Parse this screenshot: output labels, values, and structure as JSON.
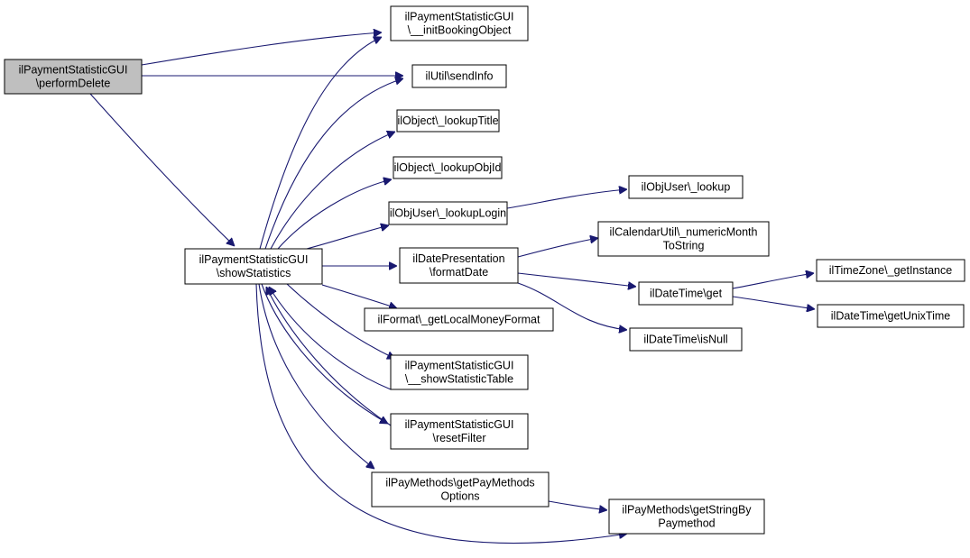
{
  "diagram": {
    "type": "call-graph",
    "colors": {
      "edge": "#191970",
      "root_fill": "#bfbfbf",
      "node_fill": "#ffffff",
      "node_border": "#000000"
    },
    "nodes": [
      {
        "id": "performDelete",
        "lines": [
          "ilPaymentStatisticGUI",
          "\\performDelete"
        ],
        "root": true
      },
      {
        "id": "initBookingObject",
        "lines": [
          "ilPaymentStatisticGUI",
          "\\__initBookingObject"
        ]
      },
      {
        "id": "sendInfo",
        "lines": [
          "ilUtil\\sendInfo"
        ]
      },
      {
        "id": "lookupTitle",
        "lines": [
          "ilObject\\_lookupTitle"
        ]
      },
      {
        "id": "lookupObjId",
        "lines": [
          "ilObject\\_lookupObjId"
        ]
      },
      {
        "id": "lookupLogin",
        "lines": [
          "ilObjUser\\_lookupLogin"
        ]
      },
      {
        "id": "lookup",
        "lines": [
          "ilObjUser\\_lookup"
        ]
      },
      {
        "id": "showStatistics",
        "lines": [
          "ilPaymentStatisticGUI",
          "\\showStatistics"
        ]
      },
      {
        "id": "formatDate",
        "lines": [
          "ilDatePresentation",
          "\\formatDate"
        ]
      },
      {
        "id": "numericMonth",
        "lines": [
          "ilCalendarUtil\\_numericMonth",
          "ToString"
        ]
      },
      {
        "id": "dtGet",
        "lines": [
          "ilDateTime\\get"
        ]
      },
      {
        "id": "getInstance",
        "lines": [
          "ilTimeZone\\_getInstance"
        ]
      },
      {
        "id": "getUnixTime",
        "lines": [
          "ilDateTime\\getUnixTime"
        ]
      },
      {
        "id": "isNull",
        "lines": [
          "ilDateTime\\isNull"
        ]
      },
      {
        "id": "localMoney",
        "lines": [
          "ilFormat\\_getLocalMoneyFormat"
        ]
      },
      {
        "id": "showStatTable",
        "lines": [
          "ilPaymentStatisticGUI",
          "\\__showStatisticTable"
        ]
      },
      {
        "id": "resetFilter",
        "lines": [
          "ilPaymentStatisticGUI",
          "\\resetFilter"
        ]
      },
      {
        "id": "getPayMethodsOptions",
        "lines": [
          "ilPayMethods\\getPayMethods",
          "Options"
        ]
      },
      {
        "id": "getStringByPaymethod",
        "lines": [
          "ilPayMethods\\getStringBy",
          "Paymethod"
        ]
      }
    ],
    "edges": [
      {
        "from": "performDelete",
        "to": "initBookingObject"
      },
      {
        "from": "performDelete",
        "to": "sendInfo"
      },
      {
        "from": "performDelete",
        "to": "showStatistics"
      },
      {
        "from": "showStatistics",
        "to": "initBookingObject"
      },
      {
        "from": "showStatistics",
        "to": "sendInfo"
      },
      {
        "from": "showStatistics",
        "to": "lookupTitle"
      },
      {
        "from": "showStatistics",
        "to": "lookupObjId"
      },
      {
        "from": "showStatistics",
        "to": "lookupLogin"
      },
      {
        "from": "showStatistics",
        "to": "formatDate"
      },
      {
        "from": "showStatistics",
        "to": "localMoney"
      },
      {
        "from": "showStatistics",
        "to": "showStatTable"
      },
      {
        "from": "showStatistics",
        "to": "resetFilter"
      },
      {
        "from": "showStatistics",
        "to": "getPayMethodsOptions"
      },
      {
        "from": "showStatistics",
        "to": "getStringByPaymethod"
      },
      {
        "from": "showStatTable",
        "to": "showStatistics"
      },
      {
        "from": "resetFilter",
        "to": "showStatistics"
      },
      {
        "from": "lookupLogin",
        "to": "lookup"
      },
      {
        "from": "formatDate",
        "to": "numericMonth"
      },
      {
        "from": "formatDate",
        "to": "dtGet"
      },
      {
        "from": "formatDate",
        "to": "isNull"
      },
      {
        "from": "dtGet",
        "to": "getInstance"
      },
      {
        "from": "dtGet",
        "to": "getUnixTime"
      },
      {
        "from": "getPayMethodsOptions",
        "to": "getStringByPaymethod"
      }
    ]
  }
}
